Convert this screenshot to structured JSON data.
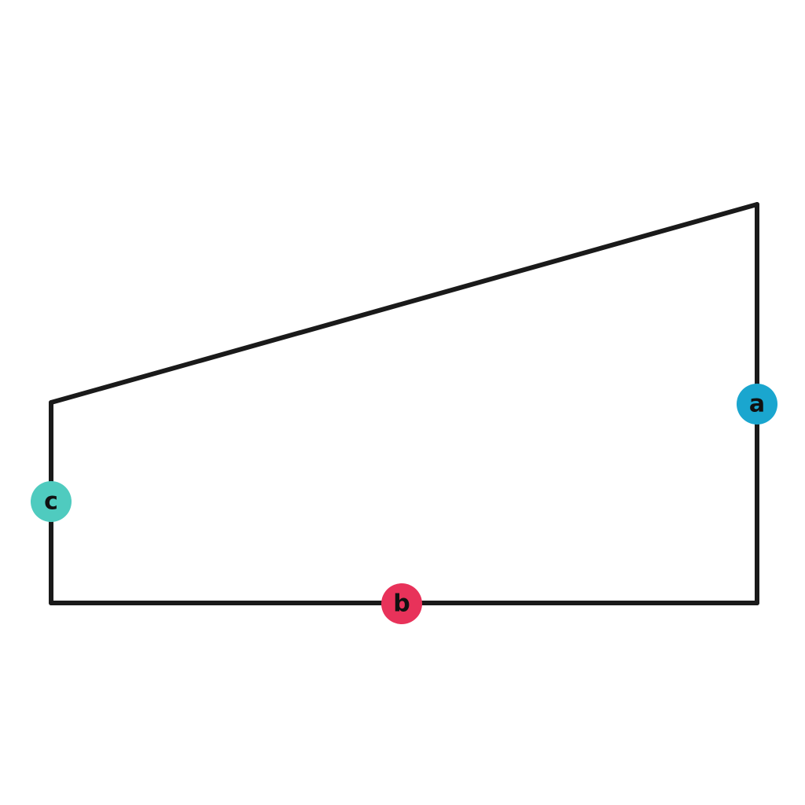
{
  "diagram": {
    "shape": "right trapezoid",
    "stroke_color": "#1a1a1a",
    "labels": [
      {
        "key": "a",
        "side": "right",
        "text": "a",
        "color": "#1aa6cf"
      },
      {
        "key": "b",
        "side": "bottom",
        "text": "b",
        "color": "#e8325a"
      },
      {
        "key": "c",
        "side": "left",
        "text": "c",
        "color": "#4fcbbf"
      }
    ]
  }
}
